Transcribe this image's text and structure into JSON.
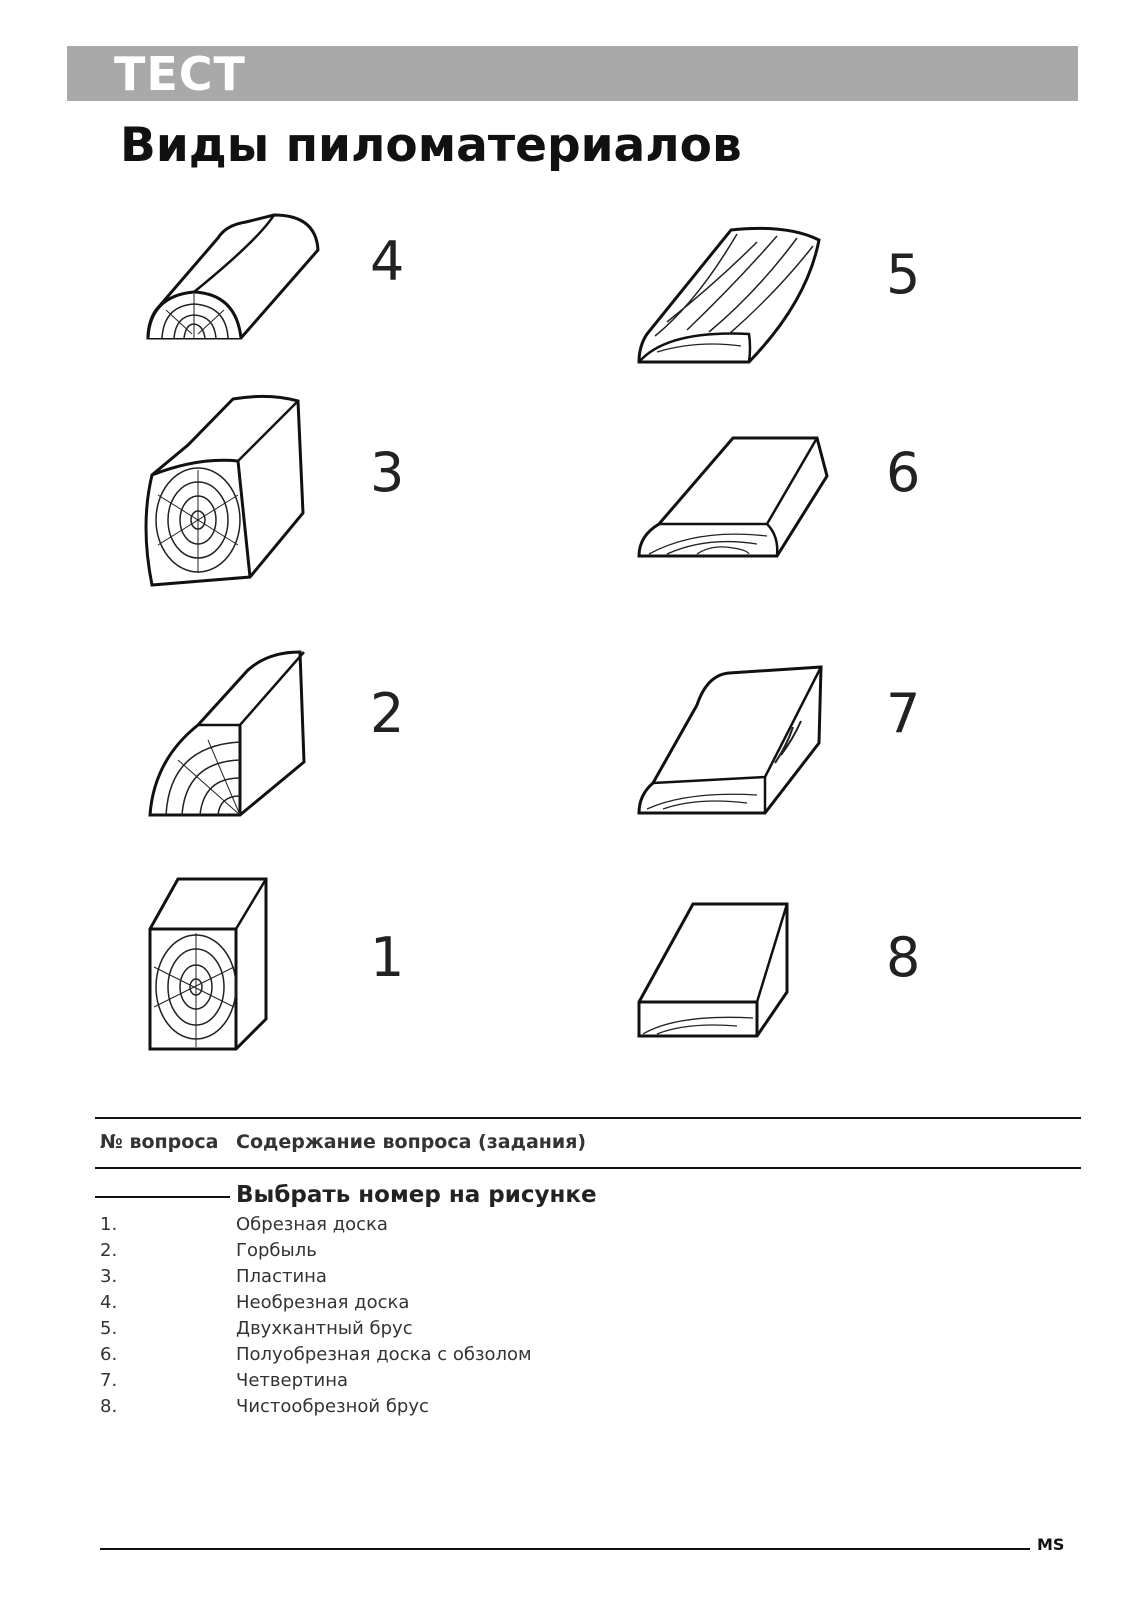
{
  "banner": {
    "label": "ТЕСТ"
  },
  "title": "Виды пиломатериалов",
  "figures": {
    "fig4": {
      "number": "4",
      "image": "half-log-cross-section-icon"
    },
    "fig3": {
      "number": "3",
      "image": "two-edged-beam-icon"
    },
    "fig2": {
      "number": "2",
      "image": "quarter-log-icon"
    },
    "fig1": {
      "number": "1",
      "image": "square-beam-icon"
    },
    "fig5": {
      "number": "5",
      "image": "slab-with-bark-icon"
    },
    "fig6": {
      "number": "6",
      "image": "unedged-board-icon"
    },
    "fig7": {
      "number": "7",
      "image": "half-edged-board-with-wane-icon"
    },
    "fig8": {
      "number": "8",
      "image": "edged-board-icon"
    }
  },
  "table": {
    "col_number": "№ вопроса",
    "col_content": "Содержание вопроса (задания)",
    "section_title": "Выбрать номер на рисунке",
    "items": [
      {
        "n": "1.",
        "text": "Обрезная доска"
      },
      {
        "n": "2.",
        "text": "Горбыль"
      },
      {
        "n": "3.",
        "text": "Пластина"
      },
      {
        "n": "4.",
        "text": "Необрезная доска"
      },
      {
        "n": "5.",
        "text": "Двухкантный брус"
      },
      {
        "n": "6.",
        "text": "Полуобрезная доска с обзолом"
      },
      {
        "n": "7.",
        "text": "Четвертина"
      },
      {
        "n": "8.",
        "text": "Чистообрезной брус"
      }
    ]
  },
  "footer": {
    "mark": "MS"
  }
}
